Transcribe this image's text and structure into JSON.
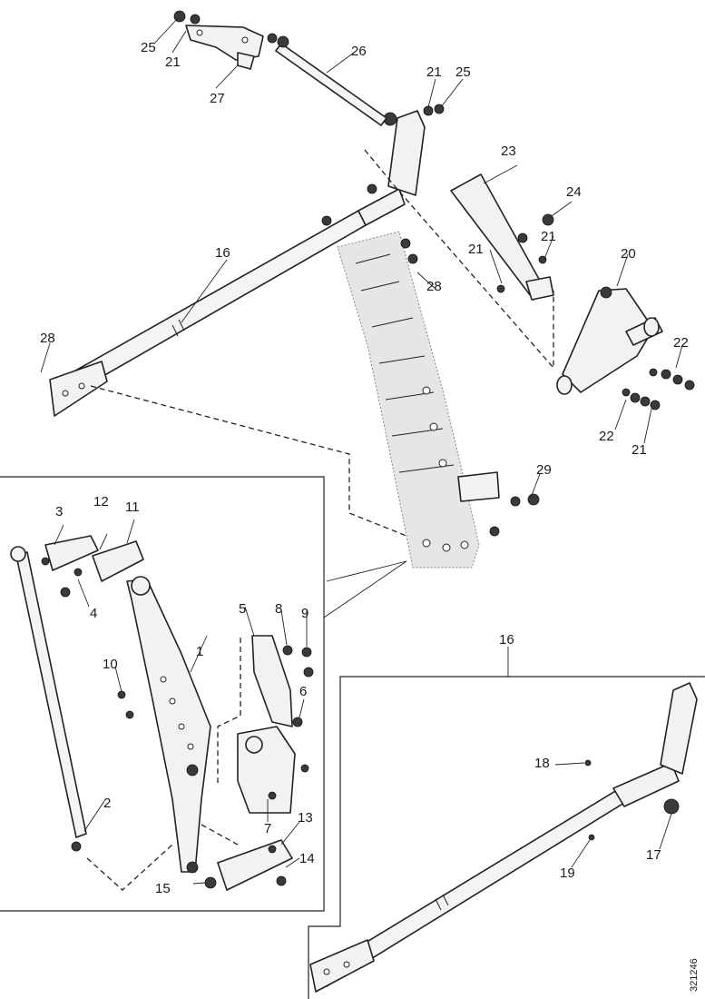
{
  "diagram": {
    "callouts": {
      "c1": "1",
      "c2": "2",
      "c3": "3",
      "c4": "4",
      "c5": "5",
      "c6": "6",
      "c7": "7",
      "c8": "8",
      "c9": "9",
      "c10": "10",
      "c11": "11",
      "c12": "12",
      "c13": "13",
      "c14": "14",
      "c15": "15",
      "c16_main": "16",
      "c16_detail": "16",
      "c17": "17",
      "c18": "18",
      "c19": "19",
      "c20": "20",
      "c21_a": "21",
      "c21_b": "21",
      "c21_c": "21",
      "c21_d": "21",
      "c21_e": "21",
      "c22_a": "22",
      "c22_b": "22",
      "c23": "23",
      "c24": "24",
      "c25_a": "25",
      "c25_b": "25",
      "c26": "26",
      "c27": "27",
      "c28_a": "28",
      "c28_b": "28",
      "c29": "29"
    },
    "document_id": "321246"
  }
}
